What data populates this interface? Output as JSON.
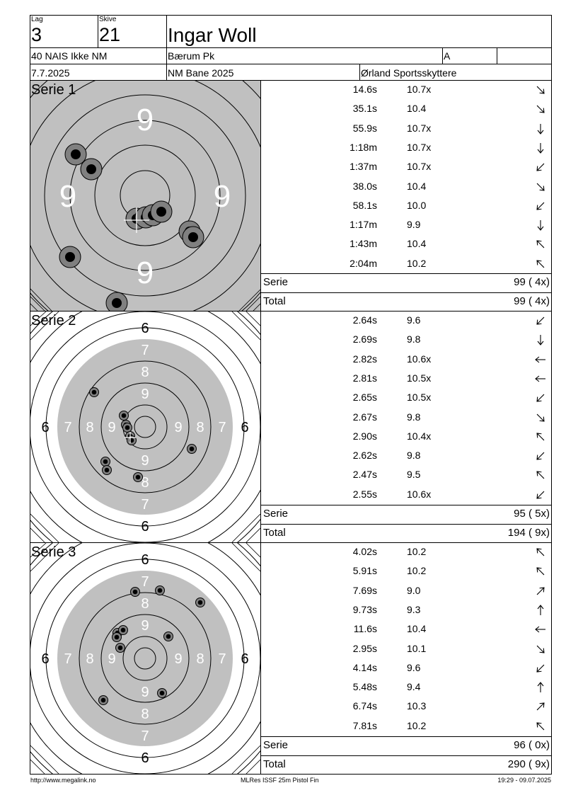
{
  "header": {
    "lag_label": "Lag",
    "lag_value": "3",
    "skive_label": "Skive",
    "skive_value": "21",
    "shooter_name": "Ingar Woll",
    "class": "40 NAIS Ikke NM",
    "club": "Bærum Pk",
    "group": "A",
    "date": "7.7.2025",
    "range": "NM Bane 2025",
    "organizer": "Ørland Sportsskyttere"
  },
  "series": [
    {
      "title": "Serie 1",
      "target_style": "zoom",
      "shots": [
        {
          "time": "14.6s",
          "value": "10.7x",
          "arrow": "down-right"
        },
        {
          "time": "35.1s",
          "value": "10.4",
          "arrow": "down-right"
        },
        {
          "time": "55.9s",
          "value": "10.7x",
          "arrow": "down"
        },
        {
          "time": "1:18m",
          "value": "10.7x",
          "arrow": "down"
        },
        {
          "time": "1:37m",
          "value": "10.7x",
          "arrow": "down-left"
        },
        {
          "time": "38.0s",
          "value": "10.4",
          "arrow": "down-right"
        },
        {
          "time": "58.1s",
          "value": "10.0",
          "arrow": "down-left"
        },
        {
          "time": "1:17m",
          "value": "9.9",
          "arrow": "down"
        },
        {
          "time": "1:43m",
          "value": "10.4",
          "arrow": "up-left"
        },
        {
          "time": "2:04m",
          "value": "10.2",
          "arrow": "up-left"
        }
      ],
      "serie_label": "Serie",
      "serie_total": "99 ( 4x)",
      "total_label": "Total",
      "running_total": "99 ( 4x)"
    },
    {
      "title": "Serie 2",
      "target_style": "full",
      "shots": [
        {
          "time": "2.64s",
          "value": "9.6",
          "arrow": "down-left"
        },
        {
          "time": "2.69s",
          "value": "9.8",
          "arrow": "down"
        },
        {
          "time": "2.82s",
          "value": "10.6x",
          "arrow": "left"
        },
        {
          "time": "2.81s",
          "value": "10.5x",
          "arrow": "left"
        },
        {
          "time": "2.65s",
          "value": "10.5x",
          "arrow": "down-left"
        },
        {
          "time": "2.67s",
          "value": "9.8",
          "arrow": "down-right"
        },
        {
          "time": "2.90s",
          "value": "10.4x",
          "arrow": "up-left"
        },
        {
          "time": "2.62s",
          "value": "9.8",
          "arrow": "down-left"
        },
        {
          "time": "2.47s",
          "value": "9.5",
          "arrow": "up-left"
        },
        {
          "time": "2.55s",
          "value": "10.6x",
          "arrow": "down-left"
        }
      ],
      "serie_label": "Serie",
      "serie_total": "95 ( 5x)",
      "total_label": "Total",
      "running_total": "194 ( 9x)"
    },
    {
      "title": "Serie 3",
      "target_style": "full",
      "shots": [
        {
          "time": "4.02s",
          "value": "10.2",
          "arrow": "up-left"
        },
        {
          "time": "5.91s",
          "value": "10.2",
          "arrow": "up-left"
        },
        {
          "time": "7.69s",
          "value": "9.0",
          "arrow": "up-right"
        },
        {
          "time": "9.73s",
          "value": "9.3",
          "arrow": "up"
        },
        {
          "time": "11.6s",
          "value": "10.4",
          "arrow": "left"
        },
        {
          "time": "2.95s",
          "value": "10.1",
          "arrow": "down-right"
        },
        {
          "time": "4.14s",
          "value": "9.6",
          "arrow": "down-left"
        },
        {
          "time": "5.48s",
          "value": "9.4",
          "arrow": "up"
        },
        {
          "time": "6.74s",
          "value": "10.3",
          "arrow": "up-right"
        },
        {
          "time": "7.81s",
          "value": "10.2",
          "arrow": "up-left"
        }
      ],
      "serie_label": "Serie",
      "serie_total": "96 ( 0x)",
      "total_label": "Total",
      "running_total": "290 ( 9x)"
    }
  ],
  "target_labels": {
    "zoom_ring": "9",
    "full_rings": [
      "6",
      "7",
      "8",
      "9"
    ]
  },
  "footer": {
    "url": "http://www.megalink.no",
    "software": "MLRes ISSF 25m Pistol Fin",
    "timestamp": "19:29 - 09.07.2025"
  },
  "colors": {
    "target_grey": "#c0c0c0",
    "ink": "#000000",
    "hit_halo": "#808080"
  }
}
